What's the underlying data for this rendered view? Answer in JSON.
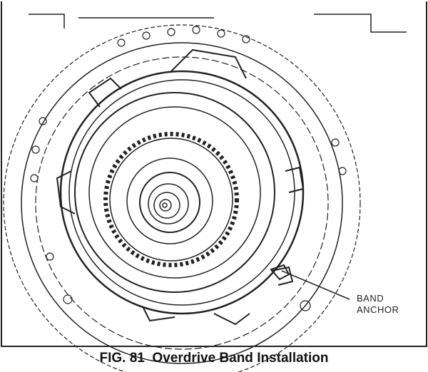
{
  "figure": {
    "callouts": [
      {
        "line1": "BAND",
        "line2": "ANCHOR"
      }
    ],
    "caption": "FIG. 81  Overdrive Band Installation"
  }
}
